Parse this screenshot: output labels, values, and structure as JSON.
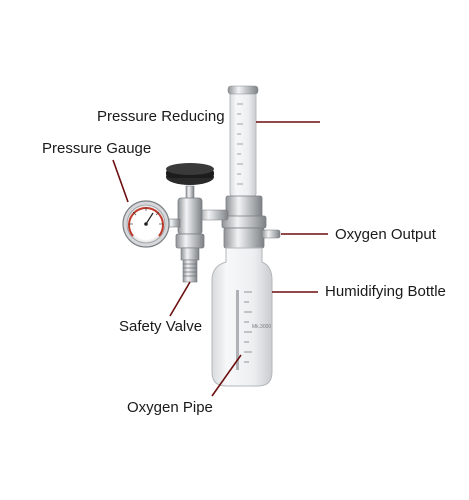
{
  "labels": {
    "pressure_reducing": "Pressure Reducing",
    "pressure_gauge": "Pressure Gauge",
    "oxygen_output": "Oxygen Output",
    "humidifying_bottle": "Humidifying Bottle",
    "safety_valve": "Safety Valve",
    "oxygen_pipe": "Oxygen Pipe"
  },
  "bottle_marking": "Mk.3000",
  "colors": {
    "leader_line": "#6b0f0f",
    "text": "#1a1a1a",
    "metal": "#b9bcc0",
    "knob": "#1c1c1c"
  },
  "icons": {
    "gauge": "pressure-gauge-dial",
    "knob": "control-knob"
  }
}
